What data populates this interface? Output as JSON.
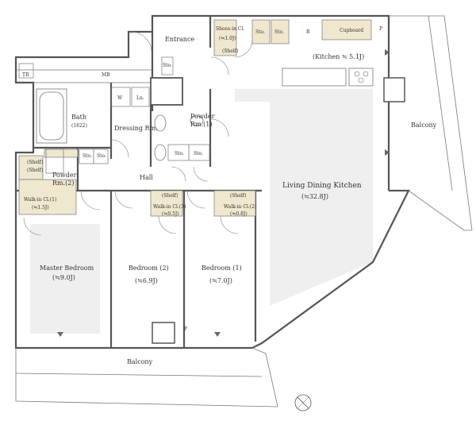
{
  "rooms": {
    "entrance": "Entrance",
    "shoes_in": "Shoes-in Cl.",
    "shoes_in_area": "(≒1.0J)",
    "shelf": "(Shelf)",
    "sto": "Sto.",
    "r": "R",
    "cupboard": "Cupboard",
    "p": "P",
    "kitchen": "(Kitchen ≒ 5.1J)",
    "tr": "TR",
    "mb": "MB",
    "w": "W",
    "ln": "Ln.",
    "bath": "Bath",
    "bath_size": "(1822)",
    "dressing": "Dressing Rm.",
    "powder1": "Powder",
    "powder1_b": "Rm.(1)",
    "powder2": "Powder",
    "powder2_b": "Rm.(2)",
    "hall": "Hall",
    "wic1": "Walk-in Cl.(1)",
    "wic1_area": "(≒1.5J)",
    "wic3": "Walk-in Cl.(3)",
    "wic3_area": "(≒0.5J)",
    "wic2": "Walk-in Cl.(2)",
    "wic2_area": "(≒0.8J)",
    "ldk": "Living Dining Kitchen",
    "ldk_area": "(≒32.8J)",
    "master": "Master Bedroom",
    "master_area": "(≒9.0J)",
    "bed2": "Bedroom (2)",
    "bed2_area": "(≒6.9J)",
    "bed1": "Bedroom (1)",
    "bed1_area": "(≒7.0J)",
    "balcony_east": "Balcony",
    "balcony_south": "Balcony"
  },
  "colors": {
    "floor_gray": "#efefef",
    "storage_beige": "#efe8cf",
    "wall": "#555555"
  },
  "icons": [
    "north-compass-icon",
    "arrow-marker-icon"
  ]
}
